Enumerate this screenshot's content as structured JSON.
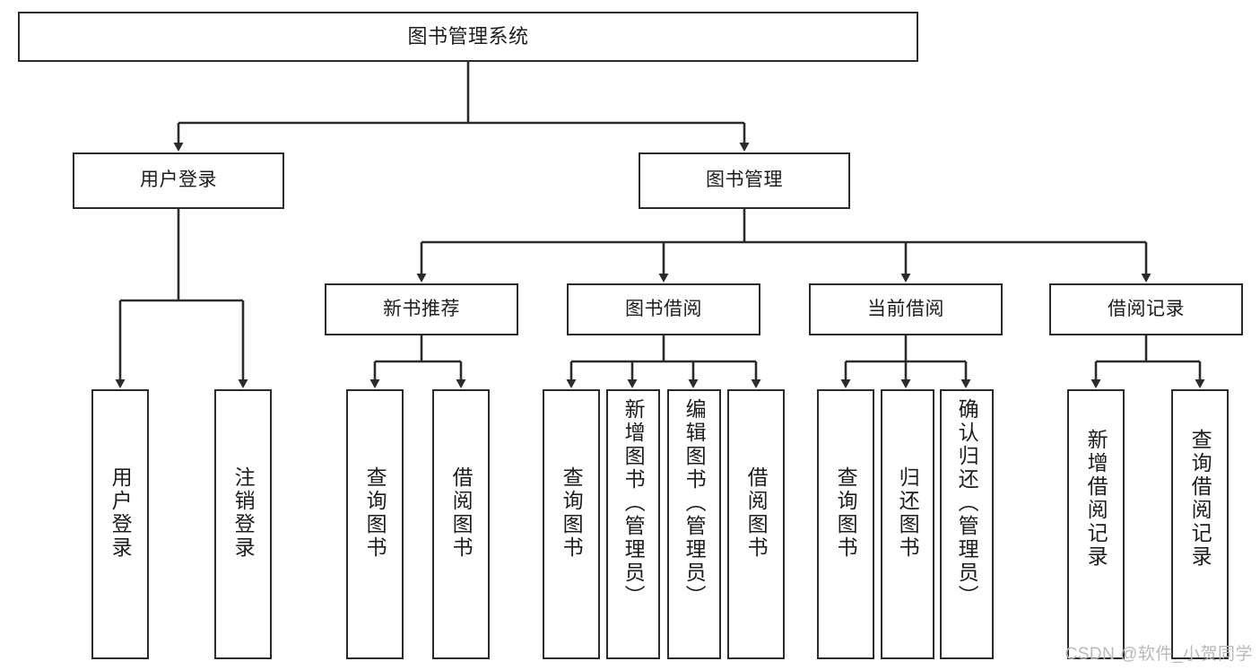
{
  "diagram": {
    "title": "图书管理系统",
    "type": "hierarchy-tree",
    "colors": {
      "box_border": "#2b2b2b",
      "box_fill": "#ffffff",
      "edge": "#2b2b2b",
      "text": "#1d1d1d",
      "watermark": "#b9b9b9"
    },
    "levels": {
      "level1": [
        "图书管理系统"
      ],
      "level2": [
        "用户登录",
        "图书管理"
      ],
      "level3": [
        "新书推荐",
        "图书借阅",
        "当前借阅",
        "借阅记录"
      ],
      "level4": [
        "用户登录",
        "注销登录",
        "查询图书",
        "借阅图书",
        "查询图书",
        "新增图书（管理员）",
        "编辑图书（管理员）",
        "借阅图书",
        "查询图书",
        "归还图书",
        "确认归还（管理员）",
        "新增借阅记录",
        "查询借阅记录"
      ]
    },
    "nodes": {
      "root": "图书管理系统",
      "user_login": "用户登录",
      "book_manage": "图书管理",
      "new_book_rec": "新书推荐",
      "book_borrow": "图书借阅",
      "current_borrow": "当前借阅",
      "borrow_record": "借阅记录",
      "leaf_user_login": "用户登录",
      "leaf_logout": "注销登录",
      "leaf_query_book_1": "查询图书",
      "leaf_borrow_book_1": "借阅图书",
      "leaf_query_book_2": "查询图书",
      "leaf_add_book": "新增图书（管理员）",
      "leaf_edit_book": "编辑图书（管理员）",
      "leaf_borrow_book_2": "借阅图书",
      "leaf_query_book_3": "查询图书",
      "leaf_return_book": "归还图书",
      "leaf_confirm_return": "确认归还（管理员）",
      "leaf_add_record": "新增借阅记录",
      "leaf_query_record": "查询借阅记录"
    }
  },
  "watermark": {
    "text": "CSDN @软件_小贺同学"
  }
}
